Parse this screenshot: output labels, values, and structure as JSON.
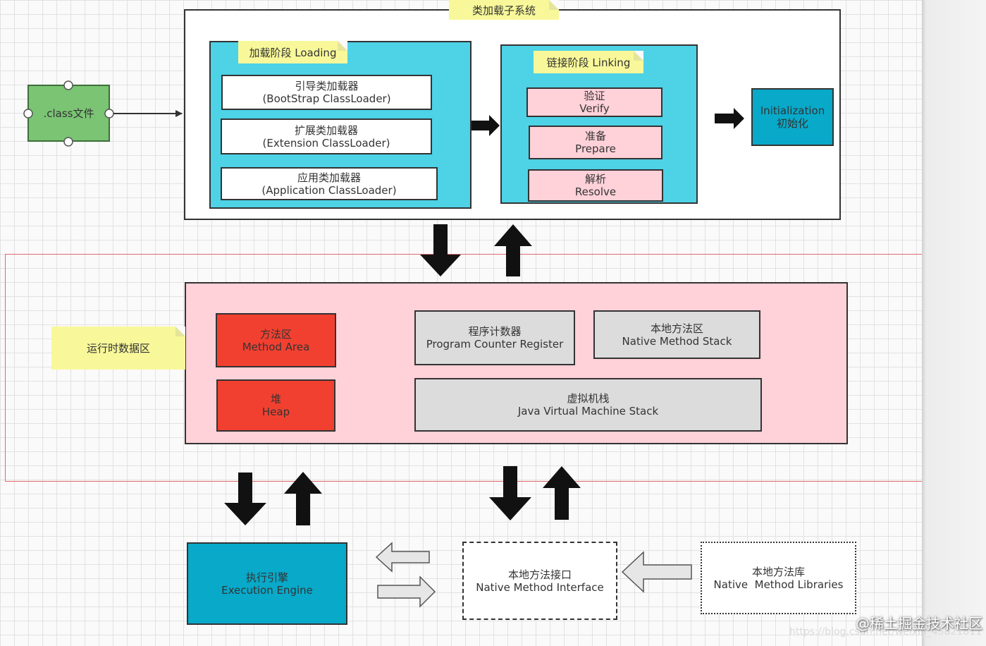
{
  "diagram": {
    "class_file": ".class文件",
    "class_loader_subsystem": {
      "title": "类加载子系统",
      "loading": {
        "title": "加载阶段 Loading",
        "loaders": [
          {
            "cn": "引导类加载器",
            "en": "(BootStrap ClassLoader)"
          },
          {
            "cn": "扩展类加载器",
            "en": "(Extension ClassLoader)"
          },
          {
            "cn": "应用类加载器",
            "en": "(Application ClassLoader)"
          }
        ]
      },
      "linking": {
        "title": "链接阶段 Linking",
        "steps": [
          {
            "cn": "验证",
            "en": "Verify"
          },
          {
            "cn": "准备",
            "en": "Prepare"
          },
          {
            "cn": "解析",
            "en": "Resolve"
          }
        ]
      },
      "initialization": {
        "en": "Initialization",
        "cn": "初始化"
      }
    },
    "runtime_data_area": {
      "title": "运行时数据区",
      "method_area": {
        "cn": "方法区",
        "en": "Method Area"
      },
      "heap": {
        "cn": "堆",
        "en": "Heap"
      },
      "pc_register": {
        "cn": "程序计数器",
        "en": "Program Counter Register"
      },
      "native_method_stack": {
        "cn": "本地方法区",
        "en": "Native Method Stack"
      },
      "jvm_stack": {
        "cn": "虚拟机栈",
        "en": "Java Virtual Machine Stack"
      }
    },
    "execution_engine": {
      "cn": "执行引擎",
      "en": "Execution Engine"
    },
    "native_interface": {
      "cn": "本地方法接口",
      "en": "Native Method Interface"
    },
    "native_libraries": {
      "cn": "本地方法库",
      "en": "Native  Method Libraries"
    }
  },
  "watermark": {
    "site": "@稀土掘金技术社区",
    "url": "https://blog.csdn.net/weixin_45821811"
  },
  "colors": {
    "cyan": "#4dd2e6",
    "teal": "#08a9c9",
    "pink": "#ffd1d9",
    "red": "#f24030",
    "gray": "#dcdcdc",
    "green": "#7ac474",
    "note_yellow": "#f8f89a",
    "selection_red": "#e06a6a"
  }
}
